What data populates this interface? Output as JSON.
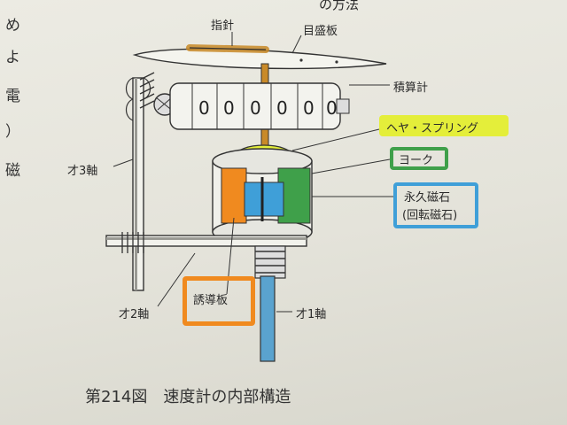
{
  "labels": {
    "needle": "指針",
    "scale_plate": "目盛板",
    "odometer": "積算計",
    "hairspring": "ヘヤ・スプリング",
    "yoke": "ヨーク",
    "magnet": "永久磁石",
    "magnet_sub": "(回転磁石)",
    "shaft3": "才3軸",
    "shaft2": "才2軸",
    "shaft1": "才1軸",
    "induction_plate": "誘導板"
  },
  "odometer_digits": [
    "0",
    "0",
    "0",
    "0",
    "0",
    "0"
  ],
  "caption": "第214図　速度計の内部構造",
  "top_text": "の方法",
  "left_margin_text": [
    "め",
    "よ",
    "電",
    "）",
    "磁"
  ],
  "highlight_colors": {
    "yellow": "#e4ee3a",
    "green": "#3fa04a",
    "blue": "#3f9fd8",
    "orange": "#f08a1f",
    "needle_shaft": "#c98a28",
    "shaft1": "#5aa3cf"
  }
}
